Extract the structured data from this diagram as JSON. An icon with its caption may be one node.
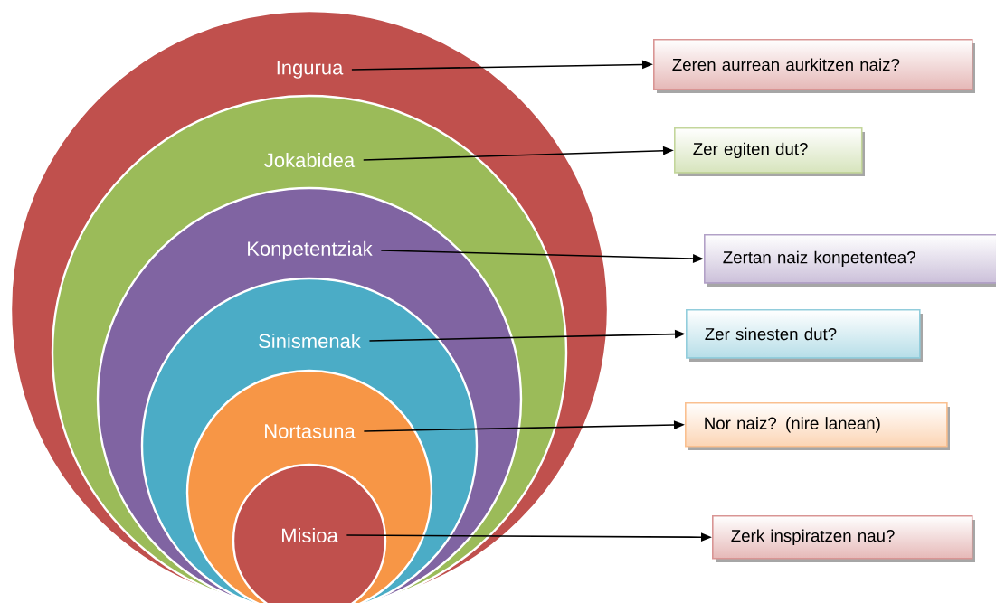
{
  "diagram": {
    "nodes": [
      {
        "text": [
          "Ingurua"
        ]
      },
      {
        "text": [
          "Jokabidea"
        ],
        "in": 0
      },
      {
        "text": [
          "Konpetentziak"
        ],
        "in": 1
      },
      {
        "text": [
          "Sinismenak"
        ],
        "in": 2
      },
      {
        "text": [
          "Nortasuna"
        ],
        "in": 3
      },
      {
        "text": [
          "Misioa"
        ],
        "in": 4
      },
      {
        "text": [
          "Zeren aurrean aurkitzen naiz?"
        ]
      },
      {
        "text": [
          "Zer egiten dut?"
        ]
      },
      {
        "text": [
          "Zertan naiz konpetentea?"
        ]
      },
      {
        "text": [
          "Zer sinesten dut?"
        ]
      },
      {
        "text": [
          "Nor naiz? (nire lanean)"
        ]
      },
      {
        "text": [
          "Zerk inspiratzen nau?"
        ]
      }
    ],
    "edges": [
      {
        "from": 0,
        "to": 6,
        "arrow": "to"
      },
      {
        "from": 1,
        "to": 7,
        "arrow": "to"
      },
      {
        "from": 2,
        "to": 8,
        "arrow": "to"
      },
      {
        "from": 3,
        "to": 9,
        "arrow": "to"
      },
      {
        "from": 4,
        "to": 10,
        "arrow": "to"
      },
      {
        "from": 5,
        "to": 11,
        "arrow": "to"
      }
    ]
  }
}
